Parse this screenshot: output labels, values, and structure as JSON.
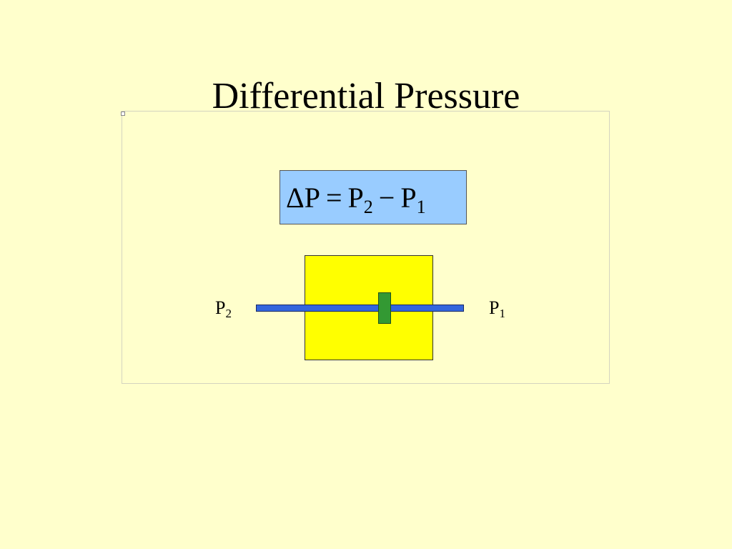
{
  "slide": {
    "title": "Differential Pressure"
  },
  "formula": {
    "delta": "Δ",
    "lhs_symbol": "P",
    "equals": "=",
    "term1_symbol": "P",
    "term1_subscript": "2",
    "minus": "−",
    "term2_symbol": "P",
    "term2_subscript": "1",
    "box_color": "#99ccff"
  },
  "diagram": {
    "left_label_symbol": "P",
    "left_label_subscript": "2",
    "right_label_symbol": "P",
    "right_label_subscript": "1",
    "colors": {
      "background": "#ffffcc",
      "chamber": "#ffff00",
      "pipe": "#3366dd",
      "diaphragm": "#339933"
    }
  }
}
